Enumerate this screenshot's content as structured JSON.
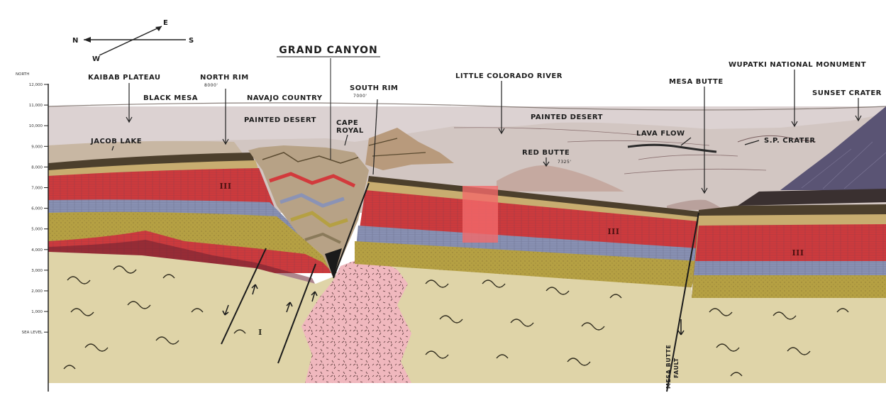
{
  "title": "GRAND CANYON",
  "compass": {
    "north": "N",
    "south": "S",
    "east": "E",
    "west": "W"
  },
  "elevation_axis": {
    "label": "NORTH",
    "ticks": [
      "12,000",
      "11,000",
      "10,000",
      "9,000",
      "8,000",
      "7,000",
      "6,000",
      "5,000",
      "4,000",
      "3,000",
      "2,000",
      "1,000",
      "SEA LEVEL"
    ]
  },
  "labels": {
    "kaibab_plateau": "KAIBAB PLATEAU",
    "black_mesa": "BLACK MESA",
    "north_rim": "NORTH RIM",
    "north_rim_elev": "8000'",
    "navajo_country": "NAVAJO COUNTRY",
    "south_rim": "SOUTH RIM",
    "south_rim_elev": "7000'",
    "little_colorado_river": "LITTLE COLORADO RIVER",
    "painted_desert_1": "PAINTED DESERT",
    "painted_desert_2": "PAINTED DESERT",
    "cape_royal_1": "CAPE",
    "cape_royal_2": "ROYAL",
    "jacob_lake": "JACOB LAKE",
    "red_butte": "RED BUTTE",
    "red_butte_elev": "7325'",
    "mesa_butte": "MESA BUTTE",
    "lava_flow": "LAVA FLOW",
    "sp_crater": "S.P. CRATER",
    "wupatki": "WUPATKI NATIONAL MONUMENT",
    "sunset_crater": "SUNSET CRATER",
    "mesa_butte_fault_1": "MESA BUTTE",
    "mesa_butte_fault_2": "FAULT"
  },
  "roman_numerals": {
    "left": "III",
    "center": "III",
    "right": "III",
    "basement": "I"
  },
  "colors": {
    "sky": "#dcd2d2",
    "plateau": "#c8b7a3",
    "red_layer": "#d23a3c",
    "blue_layer": "#8b93b5",
    "olive_layer": "#b5a043",
    "dark_layer": "#4c3f2c",
    "basement": "#dfd4a8",
    "granite": "#f0b8be",
    "volcano": "#5a5474"
  }
}
